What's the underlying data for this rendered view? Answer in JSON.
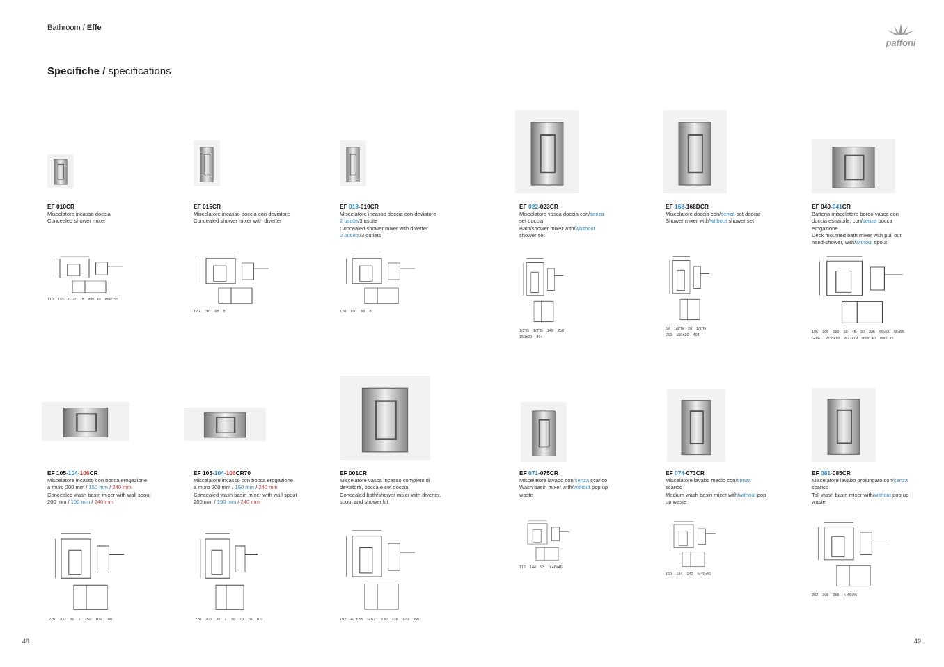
{
  "header": {
    "section": "Bathroom",
    "subsection": "Effe",
    "title_it": "Specifiche",
    "title_en": "specifications",
    "brand": "paffoni"
  },
  "pages": {
    "left": "48",
    "right": "49"
  },
  "colors": {
    "blue": "#2f86bd",
    "red": "#c8403a"
  },
  "products": [
    {
      "code": [
        {
          "t": "EF 010CR"
        }
      ],
      "lines": [
        [
          {
            "t": "Miscelatore incasso doccia"
          }
        ],
        [
          {
            "t": "Concealed shower mixer"
          }
        ]
      ],
      "dims": [
        "110",
        "110",
        "G1/2\"",
        "8",
        "min. 30",
        "max. 55"
      ]
    },
    {
      "code": [
        {
          "t": "EF 015CR"
        }
      ],
      "lines": [
        [
          {
            "t": "Miscelatore incasso doccia con deviatore"
          }
        ],
        [
          {
            "t": "Concealed shower mixer with diverter"
          }
        ]
      ],
      "dims": [
        "120",
        "190",
        "68",
        "8"
      ]
    },
    {
      "code": [
        {
          "t": "EF "
        },
        {
          "t": "018",
          "c": "blue"
        },
        {
          "t": "-019CR"
        }
      ],
      "lines": [
        [
          {
            "t": "Miscelatore incasso doccia con deviatore"
          }
        ],
        [
          {
            "t": "2 uscite",
            "c": "blue"
          },
          {
            "t": "/3 uscite"
          }
        ],
        [
          {
            "t": "Concealed shower mixer with diverter"
          }
        ],
        [
          {
            "t": "2 outlets",
            "c": "blue"
          },
          {
            "t": "/3 outlets"
          }
        ]
      ],
      "dims": [
        "120",
        "190",
        "68",
        "8"
      ]
    },
    {
      "code": [
        {
          "t": "EF "
        },
        {
          "t": "022",
          "c": "blue"
        },
        {
          "t": "-023CR"
        }
      ],
      "lines": [
        [
          {
            "t": "Miscelatore vasca doccia con/"
          },
          {
            "t": "senza",
            "c": "blue"
          }
        ],
        [
          {
            "t": "set doccia"
          }
        ],
        [
          {
            "t": "Bath/shower mixer with/"
          },
          {
            "t": "whithout",
            "c": "blue"
          }
        ],
        [
          {
            "t": "shower set"
          }
        ]
      ],
      "dims": [
        "1/2\"G",
        "1/2\"G",
        "149",
        "258",
        "150±20",
        "494"
      ]
    },
    {
      "code": [
        {
          "t": "EF "
        },
        {
          "t": "168",
          "c": "blue"
        },
        {
          "t": "-168DCR"
        }
      ],
      "lines": [
        [
          {
            "t": "Miscelatore doccia con/"
          },
          {
            "t": "senza",
            "c": "blue"
          },
          {
            "t": " set doccia"
          }
        ],
        [
          {
            "t": "Shower mixer with/"
          },
          {
            "t": "without",
            "c": "blue"
          },
          {
            "t": " shower set"
          }
        ]
      ],
      "dims": [
        "59",
        "1/2\"G",
        "20",
        "1/2\"G",
        "262",
        "150±20",
        "494"
      ]
    },
    {
      "code": [
        {
          "t": "EF 040-"
        },
        {
          "t": "041",
          "c": "blue"
        },
        {
          "t": "CR"
        }
      ],
      "lines": [
        [
          {
            "t": "Batteria miscelatore  bordo vasca con"
          }
        ],
        [
          {
            "t": "doccia estraibile, con/"
          },
          {
            "t": "senza",
            "c": "blue"
          },
          {
            "t": " bocca"
          }
        ],
        [
          {
            "t": "erogazione"
          }
        ],
        [
          {
            "t": "Deck mounted bath mixer with pull out"
          }
        ],
        [
          {
            "t": "hand-shower, with/"
          },
          {
            "t": "without",
            "c": "blue"
          },
          {
            "t": " spout"
          }
        ]
      ],
      "dims": [
        "195",
        "105",
        "190",
        "50",
        "45",
        "30",
        "225",
        "55x55",
        "55x55",
        "G3/4\"",
        "W38x19",
        "W27x19",
        "max. 40",
        "max. 35"
      ]
    },
    {
      "code": [
        {
          "t": "EF 105-"
        },
        {
          "t": "104",
          "c": "blue"
        },
        {
          "t": "-"
        },
        {
          "t": "106",
          "c": "red"
        },
        {
          "t": "CR"
        }
      ],
      "lines": [
        [
          {
            "t": "Miscelatore incasso con bocca erogazione"
          }
        ],
        [
          {
            "t": "a muro 200 mm / "
          },
          {
            "t": "150 mm",
            "c": "blue"
          },
          {
            "t": " / "
          },
          {
            "t": "240 mm",
            "c": "red"
          }
        ],
        [
          {
            "t": "Concealed wash basin mixer with wall spout"
          }
        ],
        [
          {
            "t": "200 mm / "
          },
          {
            "t": "150 mm",
            "c": "blue"
          },
          {
            "t": " / "
          },
          {
            "t": "240 mm",
            "c": "red"
          }
        ]
      ],
      "dims": [
        "220",
        "200",
        "35",
        "2",
        "250",
        "109",
        "100"
      ]
    },
    {
      "code": [
        {
          "t": "EF 105-"
        },
        {
          "t": "104",
          "c": "blue"
        },
        {
          "t": "-"
        },
        {
          "t": "106",
          "c": "red"
        },
        {
          "t": "CR70"
        }
      ],
      "lines": [
        [
          {
            "t": "Miscelatore incasso con bocca erogazione"
          }
        ],
        [
          {
            "t": "a muro 200 mm / "
          },
          {
            "t": "150 mm",
            "c": "blue"
          },
          {
            "t": " / "
          },
          {
            "t": "240 mm",
            "c": "red"
          }
        ],
        [
          {
            "t": "Concealed wash basin mixer with wall spout"
          }
        ],
        [
          {
            "t": "200 mm / "
          },
          {
            "t": "150 mm",
            "c": "blue"
          },
          {
            "t": " / "
          },
          {
            "t": "240 mm",
            "c": "red"
          }
        ]
      ],
      "dims": [
        "220",
        "200",
        "35",
        "2",
        "70",
        "70",
        "70",
        "109"
      ]
    },
    {
      "code": [
        {
          "t": "EF 001CR"
        }
      ],
      "lines": [
        [
          {
            "t": "Miscelatore vasca incasso completo di"
          }
        ],
        [
          {
            "t": "deviatore, bocca e set doccia"
          }
        ],
        [
          {
            "t": "Concealed bath/shower mixer with diverter,"
          }
        ],
        [
          {
            "t": "spout and shower kit"
          }
        ]
      ],
      "dims": [
        "192",
        "40 ± 55",
        "G1/2\"",
        "230",
        "226",
        "120",
        "350"
      ]
    },
    {
      "code": [
        {
          "t": "EF  "
        },
        {
          "t": "071",
          "c": "blue"
        },
        {
          "t": "-075CR"
        }
      ],
      "lines": [
        [
          {
            "t": "Miscelatore lavabo con/"
          },
          {
            "t": "senza",
            "c": "blue"
          },
          {
            "t": " scarico"
          }
        ],
        [
          {
            "t": "Wash basin mixer with/"
          },
          {
            "t": "without",
            "c": "blue"
          },
          {
            "t": " pop up"
          }
        ],
        [
          {
            "t": "waste"
          }
        ]
      ],
      "dims": [
        "112",
        "144",
        "93",
        "h 46x46"
      ]
    },
    {
      "code": [
        {
          "t": "EF  "
        },
        {
          "t": "074",
          "c": "blue"
        },
        {
          "t": "-073CR"
        }
      ],
      "lines": [
        [
          {
            "t": "Miscelatore lavabo medio con/"
          },
          {
            "t": "senza",
            "c": "blue"
          }
        ],
        [
          {
            "t": "scarico"
          }
        ],
        [
          {
            "t": "Medium wash basin mixer with/"
          },
          {
            "t": "without",
            "c": "blue"
          },
          {
            "t": " pop"
          }
        ],
        [
          {
            "t": "up waste"
          }
        ]
      ],
      "dims": [
        "160",
        "194",
        "142",
        "h 46x46"
      ]
    },
    {
      "code": [
        {
          "t": "EF "
        },
        {
          "t": "081",
          "c": "blue"
        },
        {
          "t": "-085CR"
        }
      ],
      "lines": [
        [
          {
            "t": "Miscelatore lavabo prolungato con/"
          },
          {
            "t": "senza",
            "c": "blue"
          }
        ],
        [
          {
            "t": "scarico"
          }
        ],
        [
          {
            "t": "Tall wash basin mixer with/"
          },
          {
            "t": "without",
            "c": "blue"
          },
          {
            "t": " pop up"
          }
        ],
        [
          {
            "t": "waste"
          }
        ]
      ],
      "dims": [
        "202",
        "308",
        "255",
        "h 46x46"
      ]
    }
  ]
}
